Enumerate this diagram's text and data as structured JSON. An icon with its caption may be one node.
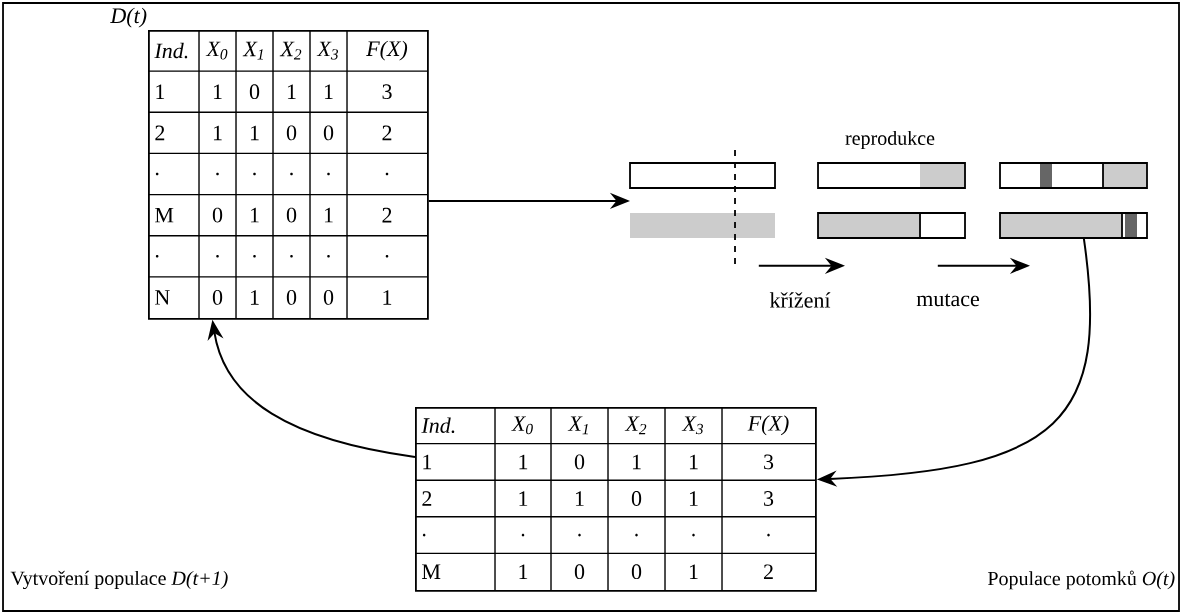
{
  "diagram": {
    "nodes": [
      {
        "text": [
          "D(t)",
          "Ind.",
          "X$_{0}$",
          "X$_{1}$",
          "X$_{2}$",
          "X$_{3}$",
          "F(X)",
          "1",
          "1",
          "0",
          "1",
          "1",
          "3",
          "2",
          "1",
          "1",
          "0",
          "0",
          "2",
          ".",
          ".",
          ".",
          ".",
          ".",
          ".",
          "M",
          "0",
          "1",
          "0",
          "1",
          "2",
          ".",
          ".",
          ".",
          ".",
          ".",
          ".",
          "N",
          "0",
          "1",
          "0",
          "0",
          "1"
        ]
      },
      {
        "text": [],
        "shape": "bar"
      },
      {
        "text": [],
        "shape": "bar"
      },
      {
        "text": [],
        "shape": "bar"
      },
      {
        "text": [
          "Ind.",
          "X$_{0}$",
          "X$_{1}$",
          "X$_{2}$",
          "X$_{3}$",
          "F(X)",
          "1",
          "1",
          "0",
          "1",
          "1",
          "3",
          "2",
          "1",
          "1",
          "0",
          "1",
          "3",
          ".",
          ".",
          ".",
          ".",
          ".",
          ".",
          "M",
          "1",
          "0",
          "0",
          "1",
          "2"
        ]
      }
    ],
    "edges": [
      {
        "from": 0,
        "to": 1,
        "arrow": "to"
      },
      {
        "from": 1,
        "to": 2,
        "arrow": "to",
        "label": "křížení"
      },
      {
        "from": 2,
        "to": 3,
        "arrow": "to",
        "label": "mutace"
      },
      {
        "from": 3,
        "to": 4,
        "arrow": "to"
      },
      {
        "from": 4,
        "to": 0,
        "arrow": "to"
      }
    ],
    "labels": [
      "reprodukce",
      "Vytvoření populace *D(t+1)*",
      "Populace potomků *O(t)*"
    ]
  }
}
